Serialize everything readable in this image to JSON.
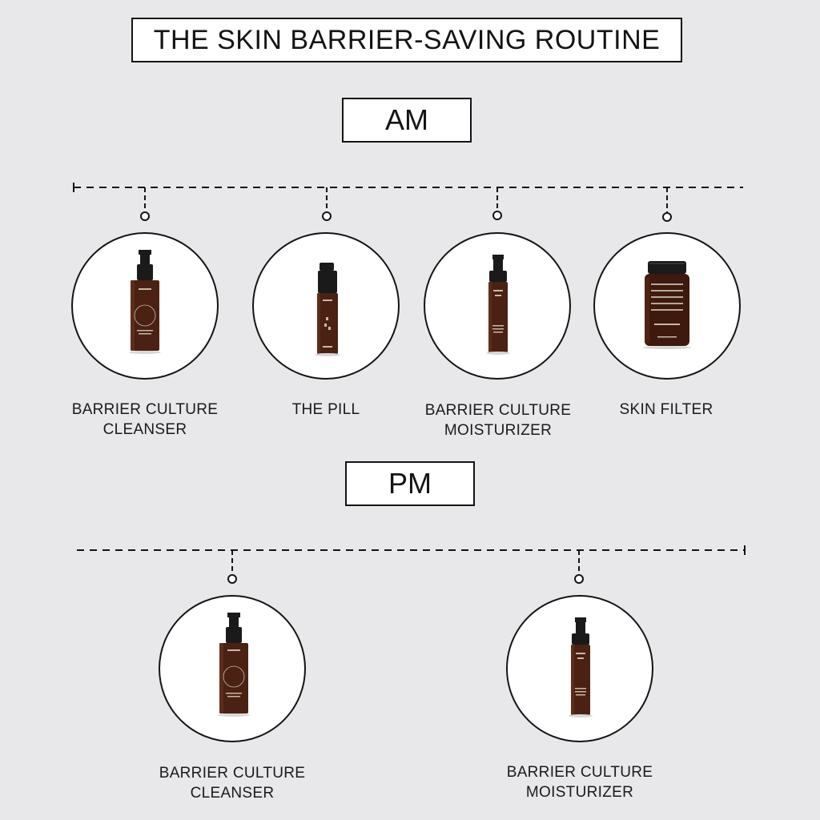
{
  "title": "THE SKIN BARRIER-SAVING ROUTINE",
  "am": {
    "heading": "AM",
    "products": [
      {
        "line1": "BARRIER CULTURE",
        "line2": "CLEANSER",
        "icon": "cleanser-bottle-icon"
      },
      {
        "line1": "THE PILL",
        "line2": "",
        "icon": "serum-bottle-icon"
      },
      {
        "line1": "BARRIER CULTURE",
        "line2": "MOISTURIZER",
        "icon": "moisturizer-bottle-icon"
      },
      {
        "line1": "SKIN FILTER",
        "line2": "",
        "icon": "supplement-jar-icon"
      }
    ]
  },
  "pm": {
    "heading": "PM",
    "products": [
      {
        "line1": "BARRIER CULTURE",
        "line2": "CLEANSER",
        "icon": "cleanser-bottle-icon"
      },
      {
        "line1": "BARRIER CULTURE",
        "line2": "MOISTURIZER",
        "icon": "moisturizer-bottle-icon"
      }
    ]
  },
  "colors": {
    "background": "#e8e8eb",
    "ink": "#141414",
    "bottle": "#4a2113",
    "cap": "#1a1a1a"
  }
}
